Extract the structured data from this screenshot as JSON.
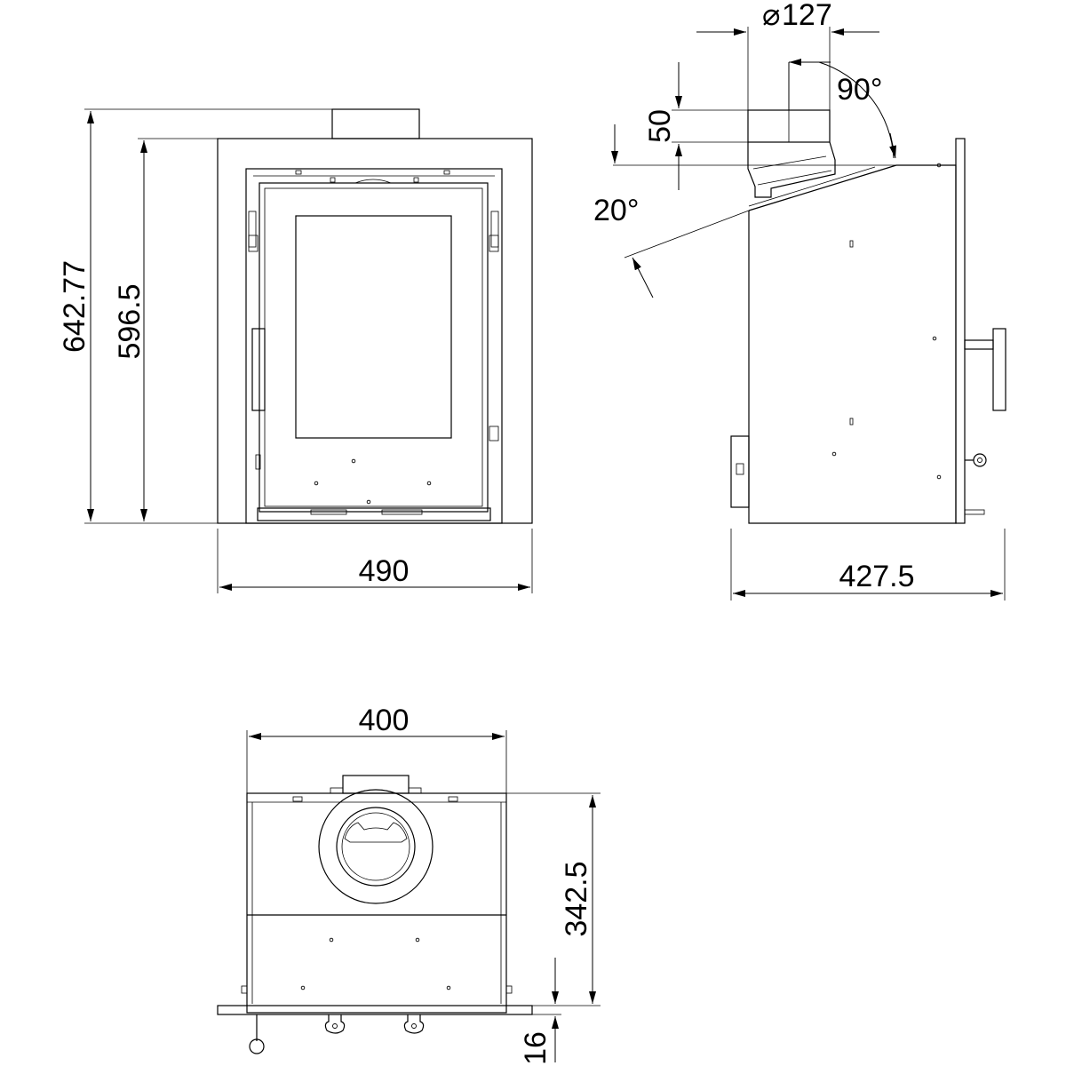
{
  "dimensions": {
    "front_height_total": "642.77",
    "front_height_body": "596.5",
    "front_width": "490",
    "side_depth": "427.5",
    "flue_diameter": "127",
    "flue_collar_height": "50",
    "flue_angle": "90°",
    "top_angle": "20°",
    "top_width": "400",
    "top_depth": "342.5",
    "top_plate_thickness": "16"
  },
  "symbols": {
    "diameter": "⌀"
  }
}
